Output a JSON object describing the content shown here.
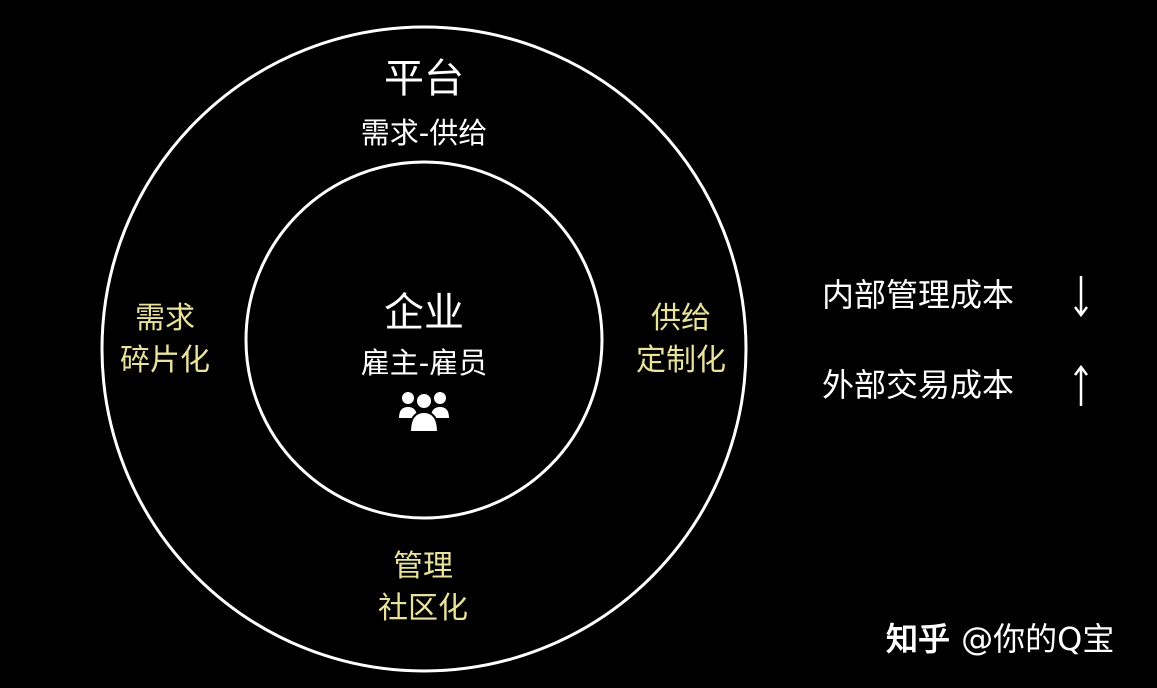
{
  "outer_circle": {
    "title": "平台",
    "subtitle": "需求-供给",
    "left_label_line1": "需求",
    "left_label_line2": "碎片化",
    "right_label_line1": "供给",
    "right_label_line2": "定制化",
    "bottom_label_line1": "管理",
    "bottom_label_line2": "社区化"
  },
  "inner_circle": {
    "title": "企业",
    "subtitle": "雇主-雇员",
    "icon": "people-group-icon"
  },
  "costs": {
    "internal": {
      "label": "内部管理成本",
      "trend_icon": "arrow-down-icon"
    },
    "external": {
      "label": "外部交易成本",
      "trend_icon": "arrow-up-icon"
    }
  },
  "watermark": {
    "brand": "知乎",
    "handle": "@你的Q宝"
  },
  "colors": {
    "background": "#000000",
    "primary_text": "#ffffff",
    "accent_text": "#e8e29a",
    "circle_stroke": "#ffffff"
  }
}
